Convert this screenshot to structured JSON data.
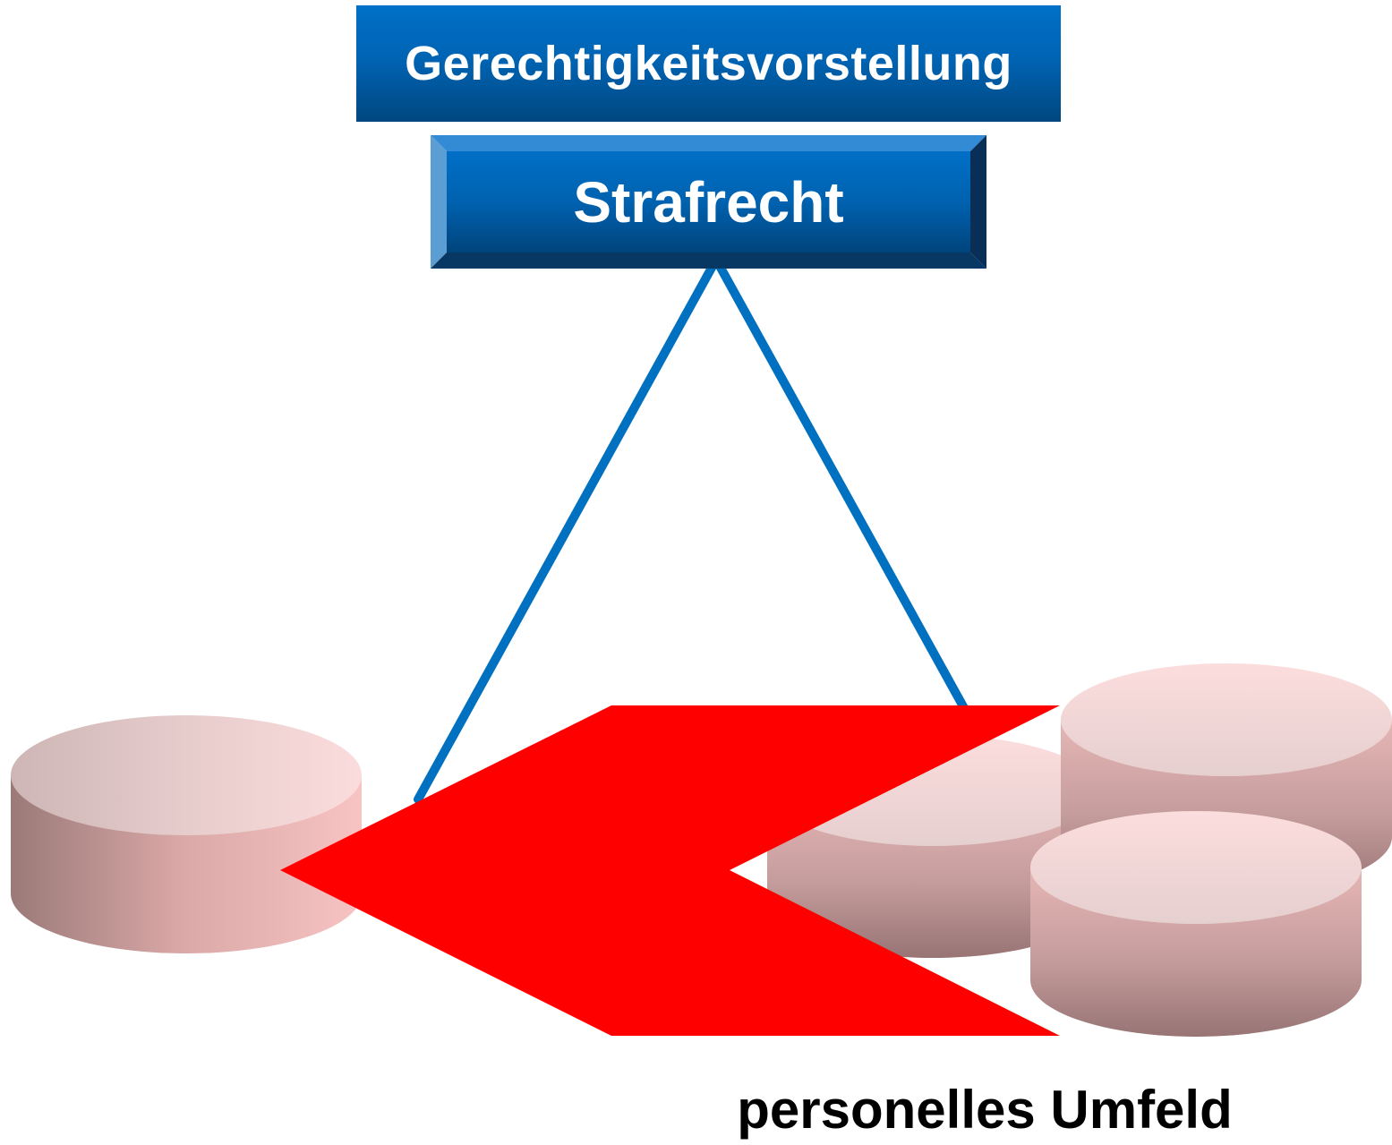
{
  "header": {
    "title": "Gerechtigkeitsvorstellung"
  },
  "center_box": {
    "label": "Strafrecht"
  },
  "footer": {
    "caption": "personelles Umfeld"
  },
  "colors": {
    "header_blue": "#0070c8",
    "line_blue": "#0070c0",
    "arrow_red": "#ff0000",
    "cylinder_pink": "#e8b4b4"
  }
}
